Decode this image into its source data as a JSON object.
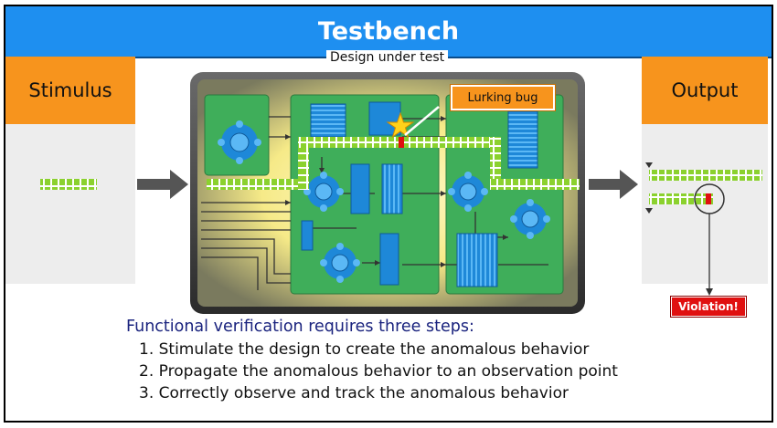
{
  "title": "Testbench",
  "stimulus_label": "Stimulus",
  "output_label": "Output",
  "dut_label": "Design under test",
  "bug_label": "Lurking bug",
  "violation_label": "Violation!",
  "steps_title": "Functional verification requires three steps:",
  "steps": [
    "1. Stimulate the design to create the anomalous behavior",
    "2. Propagate the anomalous behavior to an observation point",
    "3. Correctly observe and track the anomalous behavior"
  ],
  "colors": {
    "title_bar": "#1e8ff0",
    "panel_header": "#f7941d",
    "panel_body": "#ededed",
    "board": "#3a3a3a",
    "glow": "#fff59a",
    "module_green": "#3fae5a",
    "block_blue": "#1e88d8",
    "bus_green": "#8bd12e",
    "error_red": "#e01010"
  }
}
